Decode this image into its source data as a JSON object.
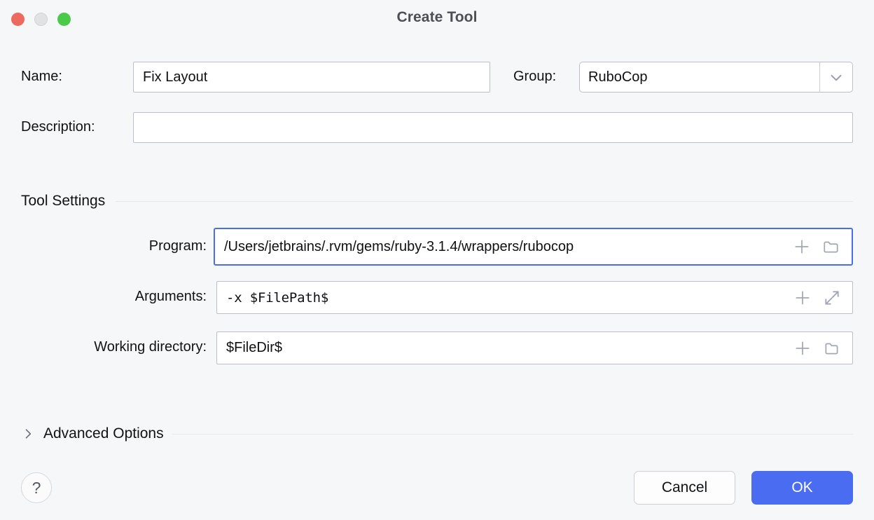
{
  "window": {
    "title": "Create Tool",
    "traffic_lights": {
      "close": "close-button",
      "minimize": "minimize-button",
      "zoom": "zoom-button"
    }
  },
  "form": {
    "name": {
      "label": "Name:",
      "value": "Fix Layout",
      "placeholder": ""
    },
    "group": {
      "label": "Group:",
      "value": "RuboCop",
      "options": [
        "RuboCop"
      ],
      "chevron_icon": "chevron-down-icon"
    },
    "description": {
      "label": "Description:",
      "value": "",
      "placeholder": ""
    }
  },
  "tool_settings": {
    "section_title": "Tool Settings",
    "rows": [
      {
        "label": "Program:",
        "value": "/Users/jetbrains/.rvm/gems/ruby-3.1.4/wrappers/rubocop",
        "focused": true,
        "mono": false,
        "icons": [
          "plus-icon",
          "folder-icon"
        ]
      },
      {
        "label": "Arguments:",
        "value": "-x $FilePath$",
        "focused": false,
        "mono": true,
        "icons": [
          "plus-icon",
          "expand-icon"
        ]
      },
      {
        "label": "Working directory:",
        "value": "$FileDir$",
        "focused": false,
        "mono": false,
        "icons": [
          "plus-icon",
          "folder-icon"
        ]
      }
    ]
  },
  "advanced": {
    "label": "Advanced Options",
    "expanded": false,
    "chevron_icon": "chevron-right-icon"
  },
  "footer": {
    "help_label": "?",
    "cancel_label": "Cancel",
    "ok_label": "OK"
  },
  "colors": {
    "accent": "#4a6cf0",
    "window_background": "#f6f7f9",
    "field_border": "#bcbfcb",
    "traffic_close": "#ec6a5e",
    "traffic_minimize": "#e2e2e4",
    "traffic_zoom": "#4bc94b"
  }
}
